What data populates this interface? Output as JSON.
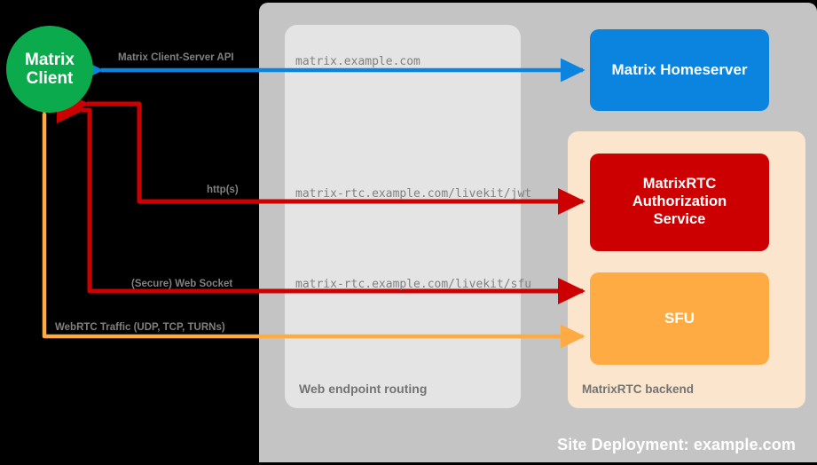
{
  "diagram": {
    "site": {
      "label": "Site Deployment: example.com",
      "color": "#c4c4c4"
    },
    "routing": {
      "label": "Web endpoint routing",
      "color": "#e4e4e4"
    },
    "backend": {
      "label": "MatrixRTC backend",
      "color": "#fce5cd"
    },
    "nodes": {
      "client": {
        "line1": "Matrix",
        "line2": "Client",
        "color": "#0bab4d"
      },
      "homeserver": {
        "label": "Matrix Homeserver",
        "color": "#0b84e0"
      },
      "auth": {
        "line1": "MatrixRTC",
        "line2": "Authorization",
        "line3": "Service",
        "color": "#cc0000"
      },
      "sfu": {
        "label": "SFU",
        "color": "#fdab42"
      }
    },
    "flows": [
      {
        "protocol_label": "Matrix Client-Server API",
        "endpoint": "matrix.example.com",
        "color": "#0b84e0",
        "direction": "bidirectional"
      },
      {
        "protocol_label": "http(s)",
        "endpoint": "matrix-rtc.example.com/livekit/jwt",
        "color": "#cc0000",
        "direction": "bidirectional"
      },
      {
        "protocol_label": "(Secure) Web Socket",
        "endpoint": "matrix-rtc.example.com/livekit/sfu",
        "color": "#cc0000",
        "direction": "bidirectional"
      },
      {
        "protocol_label": "WebRTC Traffic (UDP, TCP, TURNs)",
        "endpoint": "",
        "color": "#fdab42",
        "direction": "bidirectional"
      }
    ],
    "label_color": "#808080",
    "background": "#000000"
  }
}
